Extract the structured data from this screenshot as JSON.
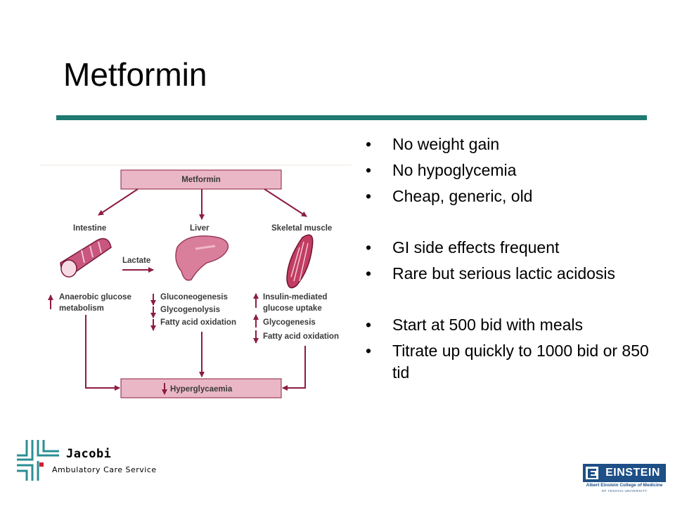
{
  "slide": {
    "title": "Metformin",
    "accent_color": "#1f7a73",
    "bullet_char": "•",
    "bullets_group1": [
      "No weight gain",
      "No hypoglycemia",
      "Cheap, generic, old"
    ],
    "bullets_group2": [
      "GI side effects frequent",
      "Rare but serious lactic acidosis"
    ],
    "bullets_group3": [
      "Start at 500 bid with meals",
      "Titrate up quickly to 1000 bid or 850 tid"
    ]
  },
  "diagram": {
    "box_fill": "#eab7c6",
    "line_color": "#8d1c42",
    "top": "Metformin",
    "intestine": "Intestine",
    "liver": "Liver",
    "muscle": "Skeletal muscle",
    "lactate": "Lactate",
    "intestine_effects": [
      "Anaerobic glucose",
      "metabolism"
    ],
    "liver_effects": [
      "Gluconeogenesis",
      "Glycogenolysis",
      "Fatty acid oxidation"
    ],
    "muscle_effects": [
      "Insulin-mediated",
      "glucose uptake",
      "Glycogenesis",
      "Fatty acid oxidation"
    ],
    "bottom": "Hyperglycaemia"
  },
  "footer": {
    "jacobi_name": "Jacobi",
    "jacobi_subtitle": "Ambulatory Care Service",
    "jacobi_color": "#2b8f93",
    "einstein_name": "EINSTEIN",
    "einstein_college": "Albert Einstein College of Medicine",
    "einstein_university": "OF YESHIVA UNIVERSITY",
    "einstein_color": "#1e4f86"
  }
}
